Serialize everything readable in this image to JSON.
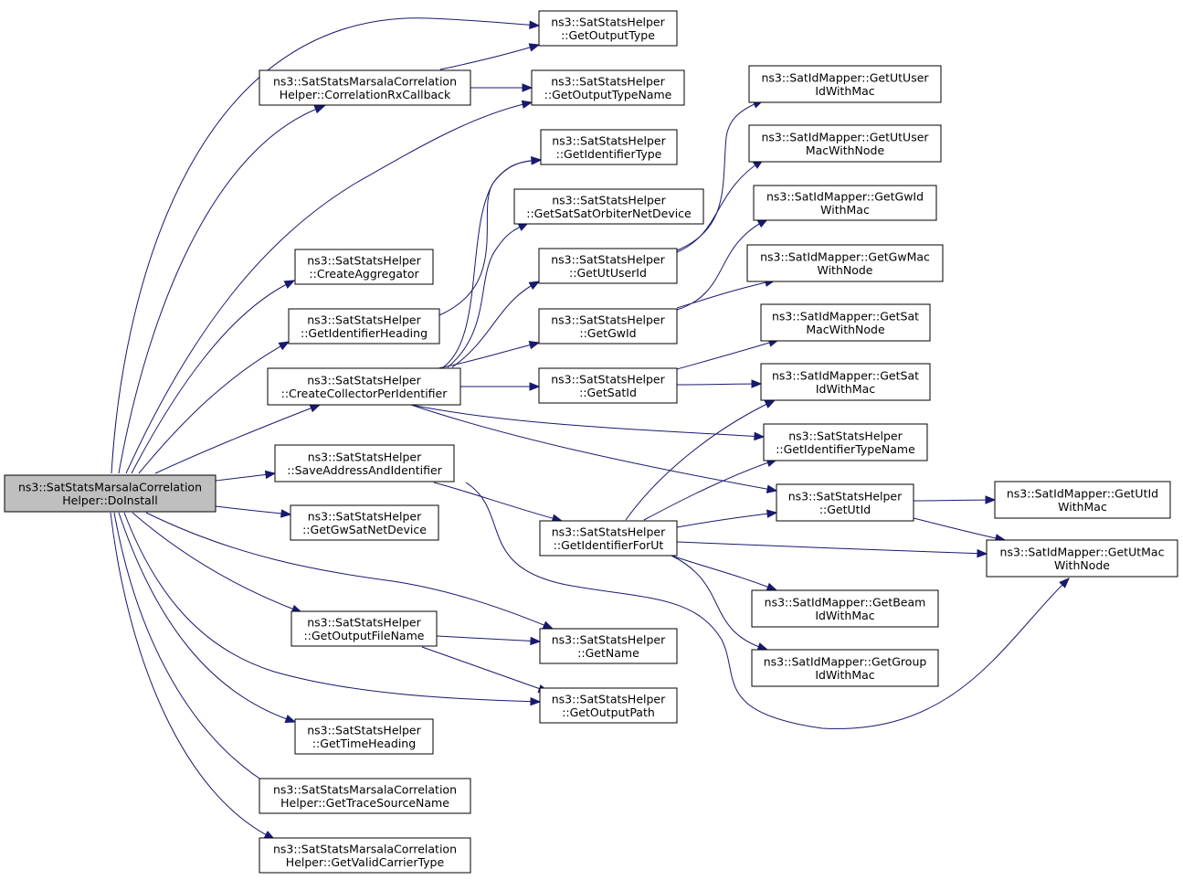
{
  "colors": {
    "edge": "#191970",
    "node_border": "#000000",
    "root_fill": "#bfbfbf",
    "node_fill": "#ffffff"
  },
  "nodes": {
    "doinstall": {
      "lines": [
        "ns3::SatStatsMarsalaCorrelation",
        "Helper::DoInstall"
      ],
      "root": true
    },
    "getoutputtype": {
      "lines": [
        "ns3::SatStatsHelper",
        "::GetOutputType"
      ]
    },
    "corrrx": {
      "lines": [
        "ns3::SatStatsMarsalaCorrelation",
        "Helper::CorrelationRxCallback"
      ]
    },
    "getoutputtypename": {
      "lines": [
        "ns3::SatStatsHelper",
        "::GetOutputTypeName"
      ]
    },
    "getidtype": {
      "lines": [
        "ns3::SatStatsHelper",
        "::GetIdentifierType"
      ]
    },
    "getsatorbiter": {
      "lines": [
        "ns3::SatStatsHelper",
        "::GetSatSatOrbiterNetDevice"
      ]
    },
    "createaggregator": {
      "lines": [
        "ns3::SatStatsHelper",
        "::CreateAggregator"
      ]
    },
    "getutuserid": {
      "lines": [
        "ns3::SatStatsHelper",
        "::GetUtUserId"
      ]
    },
    "getidheading": {
      "lines": [
        "ns3::SatStatsHelper",
        "::GetIdentifierHeading"
      ]
    },
    "getgwid": {
      "lines": [
        "ns3::SatStatsHelper",
        "::GetGwId"
      ]
    },
    "createcollector": {
      "lines": [
        "ns3::SatStatsHelper",
        "::CreateCollectorPerIdentifier"
      ]
    },
    "getsatid": {
      "lines": [
        "ns3::SatStatsHelper",
        "::GetSatId"
      ]
    },
    "saveaddr": {
      "lines": [
        "ns3::SatStatsHelper",
        "::SaveAddressAndIdentifier"
      ]
    },
    "getgwsatnet": {
      "lines": [
        "ns3::SatStatsHelper",
        "::GetGwSatNetDevice"
      ]
    },
    "getidforut": {
      "lines": [
        "ns3::SatStatsHelper",
        "::GetIdentifierForUt"
      ]
    },
    "getoutputfilename": {
      "lines": [
        "ns3::SatStatsHelper",
        "::GetOutputFileName"
      ]
    },
    "getname": {
      "lines": [
        "ns3::SatStatsHelper",
        "::GetName"
      ]
    },
    "getoutputpath": {
      "lines": [
        "ns3::SatStatsHelper",
        "::GetOutputPath"
      ]
    },
    "gettimeheading": {
      "lines": [
        "ns3::SatStatsHelper",
        "::GetTimeHeading"
      ]
    },
    "gettracesource": {
      "lines": [
        "ns3::SatStatsMarsalaCorrelation",
        "Helper::GetTraceSourceName"
      ]
    },
    "getvalidcarrier": {
      "lines": [
        "ns3::SatStatsMarsalaCorrelation",
        "Helper::GetValidCarrierType"
      ]
    },
    "m_utuseridmac": {
      "lines": [
        "ns3::SatIdMapper::GetUtUser",
        "IdWithMac"
      ]
    },
    "m_utusermacnode": {
      "lines": [
        "ns3::SatIdMapper::GetUtUser",
        "MacWithNode"
      ]
    },
    "m_gwidmac": {
      "lines": [
        "ns3::SatIdMapper::GetGwId",
        "WithMac"
      ]
    },
    "m_gwmacnode": {
      "lines": [
        "ns3::SatIdMapper::GetGwMac",
        "WithNode"
      ]
    },
    "m_satmacnode": {
      "lines": [
        "ns3::SatIdMapper::GetSat",
        "MacWithNode"
      ]
    },
    "m_satidmac": {
      "lines": [
        "ns3::SatIdMapper::GetSat",
        "IdWithMac"
      ]
    },
    "getidtypename": {
      "lines": [
        "ns3::SatStatsHelper",
        "::GetIdentifierTypeName"
      ]
    },
    "getutid": {
      "lines": [
        "ns3::SatStatsHelper",
        "::GetUtId"
      ]
    },
    "m_utidmac": {
      "lines": [
        "ns3::SatIdMapper::GetUtId",
        "WithMac"
      ]
    },
    "m_utmacnode": {
      "lines": [
        "ns3::SatIdMapper::GetUtMac",
        "WithNode"
      ]
    },
    "m_beamidmac": {
      "lines": [
        "ns3::SatIdMapper::GetBeam",
        "IdWithMac"
      ]
    },
    "m_groupidmac": {
      "lines": [
        "ns3::SatIdMapper::GetGroup",
        "IdWithMac"
      ]
    }
  },
  "edges": [
    [
      "doinstall",
      "getoutputtype"
    ],
    [
      "doinstall",
      "corrrx"
    ],
    [
      "doinstall",
      "getoutputtypename"
    ],
    [
      "doinstall",
      "createaggregator"
    ],
    [
      "doinstall",
      "getidheading"
    ],
    [
      "doinstall",
      "createcollector"
    ],
    [
      "doinstall",
      "saveaddr"
    ],
    [
      "doinstall",
      "getgwsatnet"
    ],
    [
      "doinstall",
      "getname"
    ],
    [
      "doinstall",
      "getoutputfilename"
    ],
    [
      "doinstall",
      "getoutputpath"
    ],
    [
      "doinstall",
      "gettimeheading"
    ],
    [
      "doinstall",
      "gettracesource"
    ],
    [
      "doinstall",
      "getvalidcarrier"
    ],
    [
      "corrrx",
      "getoutputtype"
    ],
    [
      "corrrx",
      "getoutputtypename"
    ],
    [
      "getidheading",
      "getidtype"
    ],
    [
      "createcollector",
      "getidtype"
    ],
    [
      "createcollector",
      "getsatorbiter"
    ],
    [
      "createcollector",
      "getutuserid"
    ],
    [
      "createcollector",
      "getgwid"
    ],
    [
      "createcollector",
      "getsatid"
    ],
    [
      "createcollector",
      "getidtypename"
    ],
    [
      "createcollector",
      "getutid"
    ],
    [
      "getutuserid",
      "m_utuseridmac"
    ],
    [
      "getutuserid",
      "m_utusermacnode"
    ],
    [
      "getgwid",
      "m_gwidmac"
    ],
    [
      "getgwid",
      "m_gwmacnode"
    ],
    [
      "getsatid",
      "m_satmacnode"
    ],
    [
      "getsatid",
      "m_satidmac"
    ],
    [
      "saveaddr",
      "getidforut"
    ],
    [
      "saveaddr",
      "m_utmacnode"
    ],
    [
      "getidforut",
      "m_satidmac"
    ],
    [
      "getidforut",
      "getidtypename"
    ],
    [
      "getidforut",
      "getutid"
    ],
    [
      "getidforut",
      "m_utmacnode"
    ],
    [
      "getidforut",
      "m_beamidmac"
    ],
    [
      "getidforut",
      "m_groupidmac"
    ],
    [
      "getutid",
      "m_utidmac"
    ],
    [
      "getutid",
      "m_utmacnode"
    ],
    [
      "getoutputfilename",
      "getname"
    ],
    [
      "getoutputfilename",
      "getoutputpath"
    ]
  ]
}
